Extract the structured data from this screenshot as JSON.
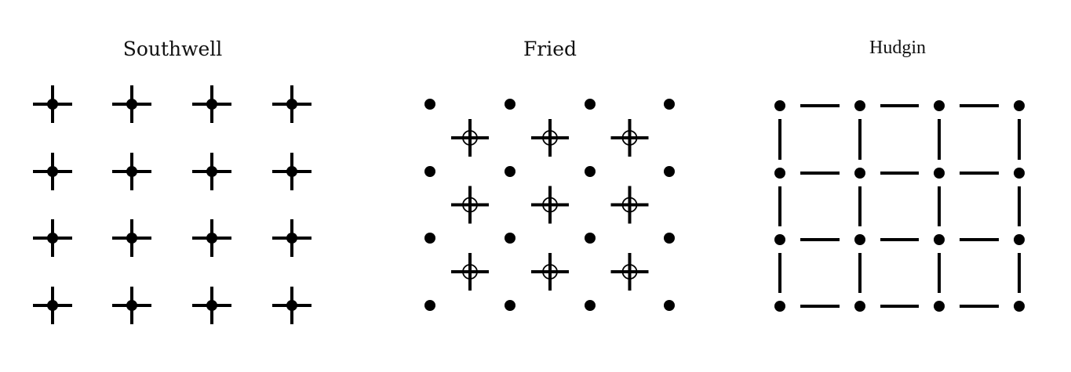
{
  "panels": [
    {
      "id": "southwell",
      "title": "Southwell",
      "grid": {
        "rows": 4,
        "cols": 4
      },
      "layout": "Southwell",
      "marker": "dot with cross"
    },
    {
      "id": "fried",
      "title": "Fried",
      "grid": {
        "rows": 4,
        "cols": 4
      },
      "layout": "Fried",
      "marker": "corner dots with crossed circles at cell centers"
    },
    {
      "id": "hudgin",
      "title": "Hudgin",
      "grid": {
        "rows": 4,
        "cols": 4
      },
      "layout": "Hudgin",
      "marker": "dots with dashes between neighbours"
    }
  ],
  "colors": {
    "ink": "#000000",
    "background": "#ffffff"
  }
}
